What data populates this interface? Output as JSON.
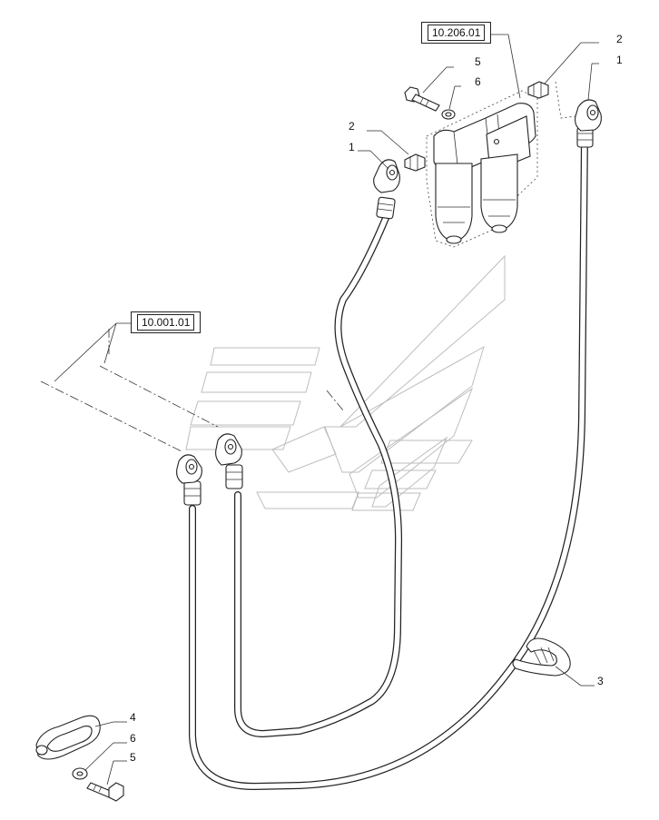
{
  "refs": {
    "top": "10.206.01",
    "left": "10.001.01"
  },
  "callouts": {
    "c2_top": "2",
    "c1_top": "1",
    "c5_top": "5",
    "c6_top": "6",
    "c2_mid": "2",
    "c1_mid": "1",
    "c3": "3",
    "c4": "4",
    "c6_bot": "6",
    "c5_bot": "5"
  }
}
